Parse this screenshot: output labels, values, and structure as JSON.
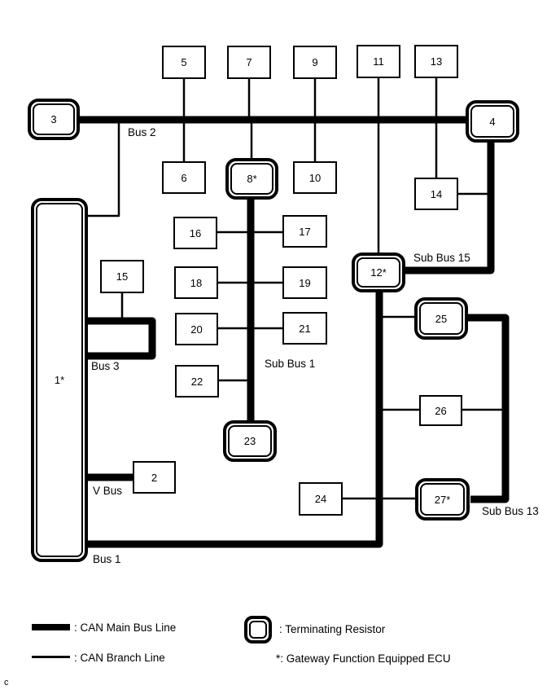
{
  "nodes": {
    "n1": "1*",
    "n2": "2",
    "n3": "3",
    "n4": "4",
    "n5": "5",
    "n6": "6",
    "n7": "7",
    "n8": "8*",
    "n9": "9",
    "n10": "10",
    "n11": "11",
    "n12": "12*",
    "n13": "13",
    "n14": "14",
    "n15": "15",
    "n16": "16",
    "n17": "17",
    "n18": "18",
    "n19": "19",
    "n20": "20",
    "n21": "21",
    "n22": "22",
    "n23": "23",
    "n24": "24",
    "n25": "25",
    "n26": "26",
    "n27": "27*"
  },
  "labels": {
    "bus1": "Bus 1",
    "bus2": "Bus 2",
    "bus3": "Bus 3",
    "vbus": "V Bus",
    "subbus1": "Sub Bus 1",
    "subbus13": "Sub Bus 13",
    "subbus15": "Sub Bus 15",
    "corner_mark": "c"
  },
  "legend": {
    "main_bus_line": ": CAN Main Bus Line",
    "branch_line": ": CAN Branch Line",
    "terminating_resistor": ": Terminating Resistor",
    "gateway_note": "*: Gateway Function Equipped ECU"
  },
  "colors": {
    "line": "#000000",
    "background": "#ffffff"
  }
}
